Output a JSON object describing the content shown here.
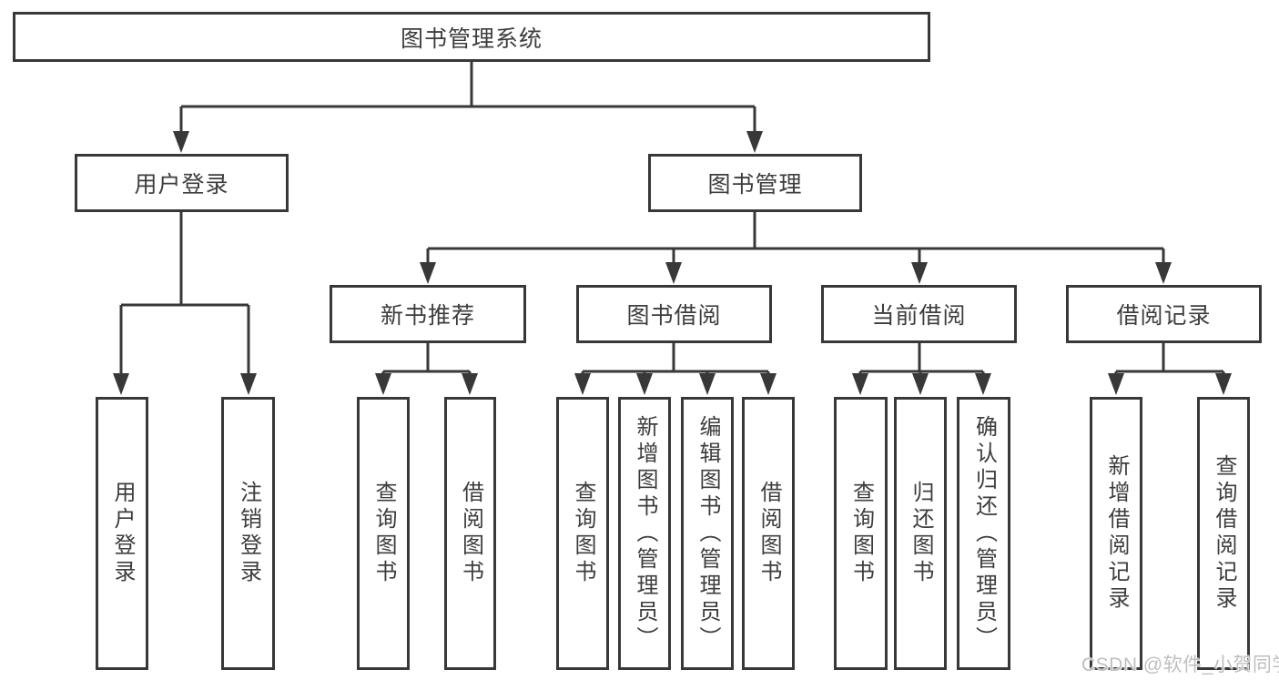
{
  "tree": {
    "root": {
      "label": "图书管理系统"
    },
    "branches": [
      {
        "label": "用户登录"
      },
      {
        "label": "图书管理"
      }
    ],
    "sections": [
      {
        "label": "新书推荐"
      },
      {
        "label": "图书借阅"
      },
      {
        "label": "当前借阅"
      },
      {
        "label": "借阅记录"
      }
    ],
    "leaves": {
      "user_login": [
        {
          "label": "用户登录"
        },
        {
          "label": "注销登录"
        }
      ],
      "new_book_recommend": [
        {
          "label": "查询图书"
        },
        {
          "label": "借阅图书"
        }
      ],
      "book_borrow": [
        {
          "label": "查询图书"
        },
        {
          "label": "新增图书（管理员）"
        },
        {
          "label": "编辑图书（管理员）"
        },
        {
          "label": "借阅图书"
        }
      ],
      "current_borrow": [
        {
          "label": "查询图书"
        },
        {
          "label": "归还图书"
        },
        {
          "label": "确认归还（管理员）"
        }
      ],
      "borrow_records": [
        {
          "label": "新增借阅记录"
        },
        {
          "label": "查询借阅记录"
        }
      ]
    }
  },
  "watermark": {
    "text": "CSDN @软件_小贺同学"
  },
  "colors": {
    "line": "#383838",
    "text": "#3d3d3d",
    "background": "#ffffff",
    "watermark": "#bfbfbf"
  }
}
